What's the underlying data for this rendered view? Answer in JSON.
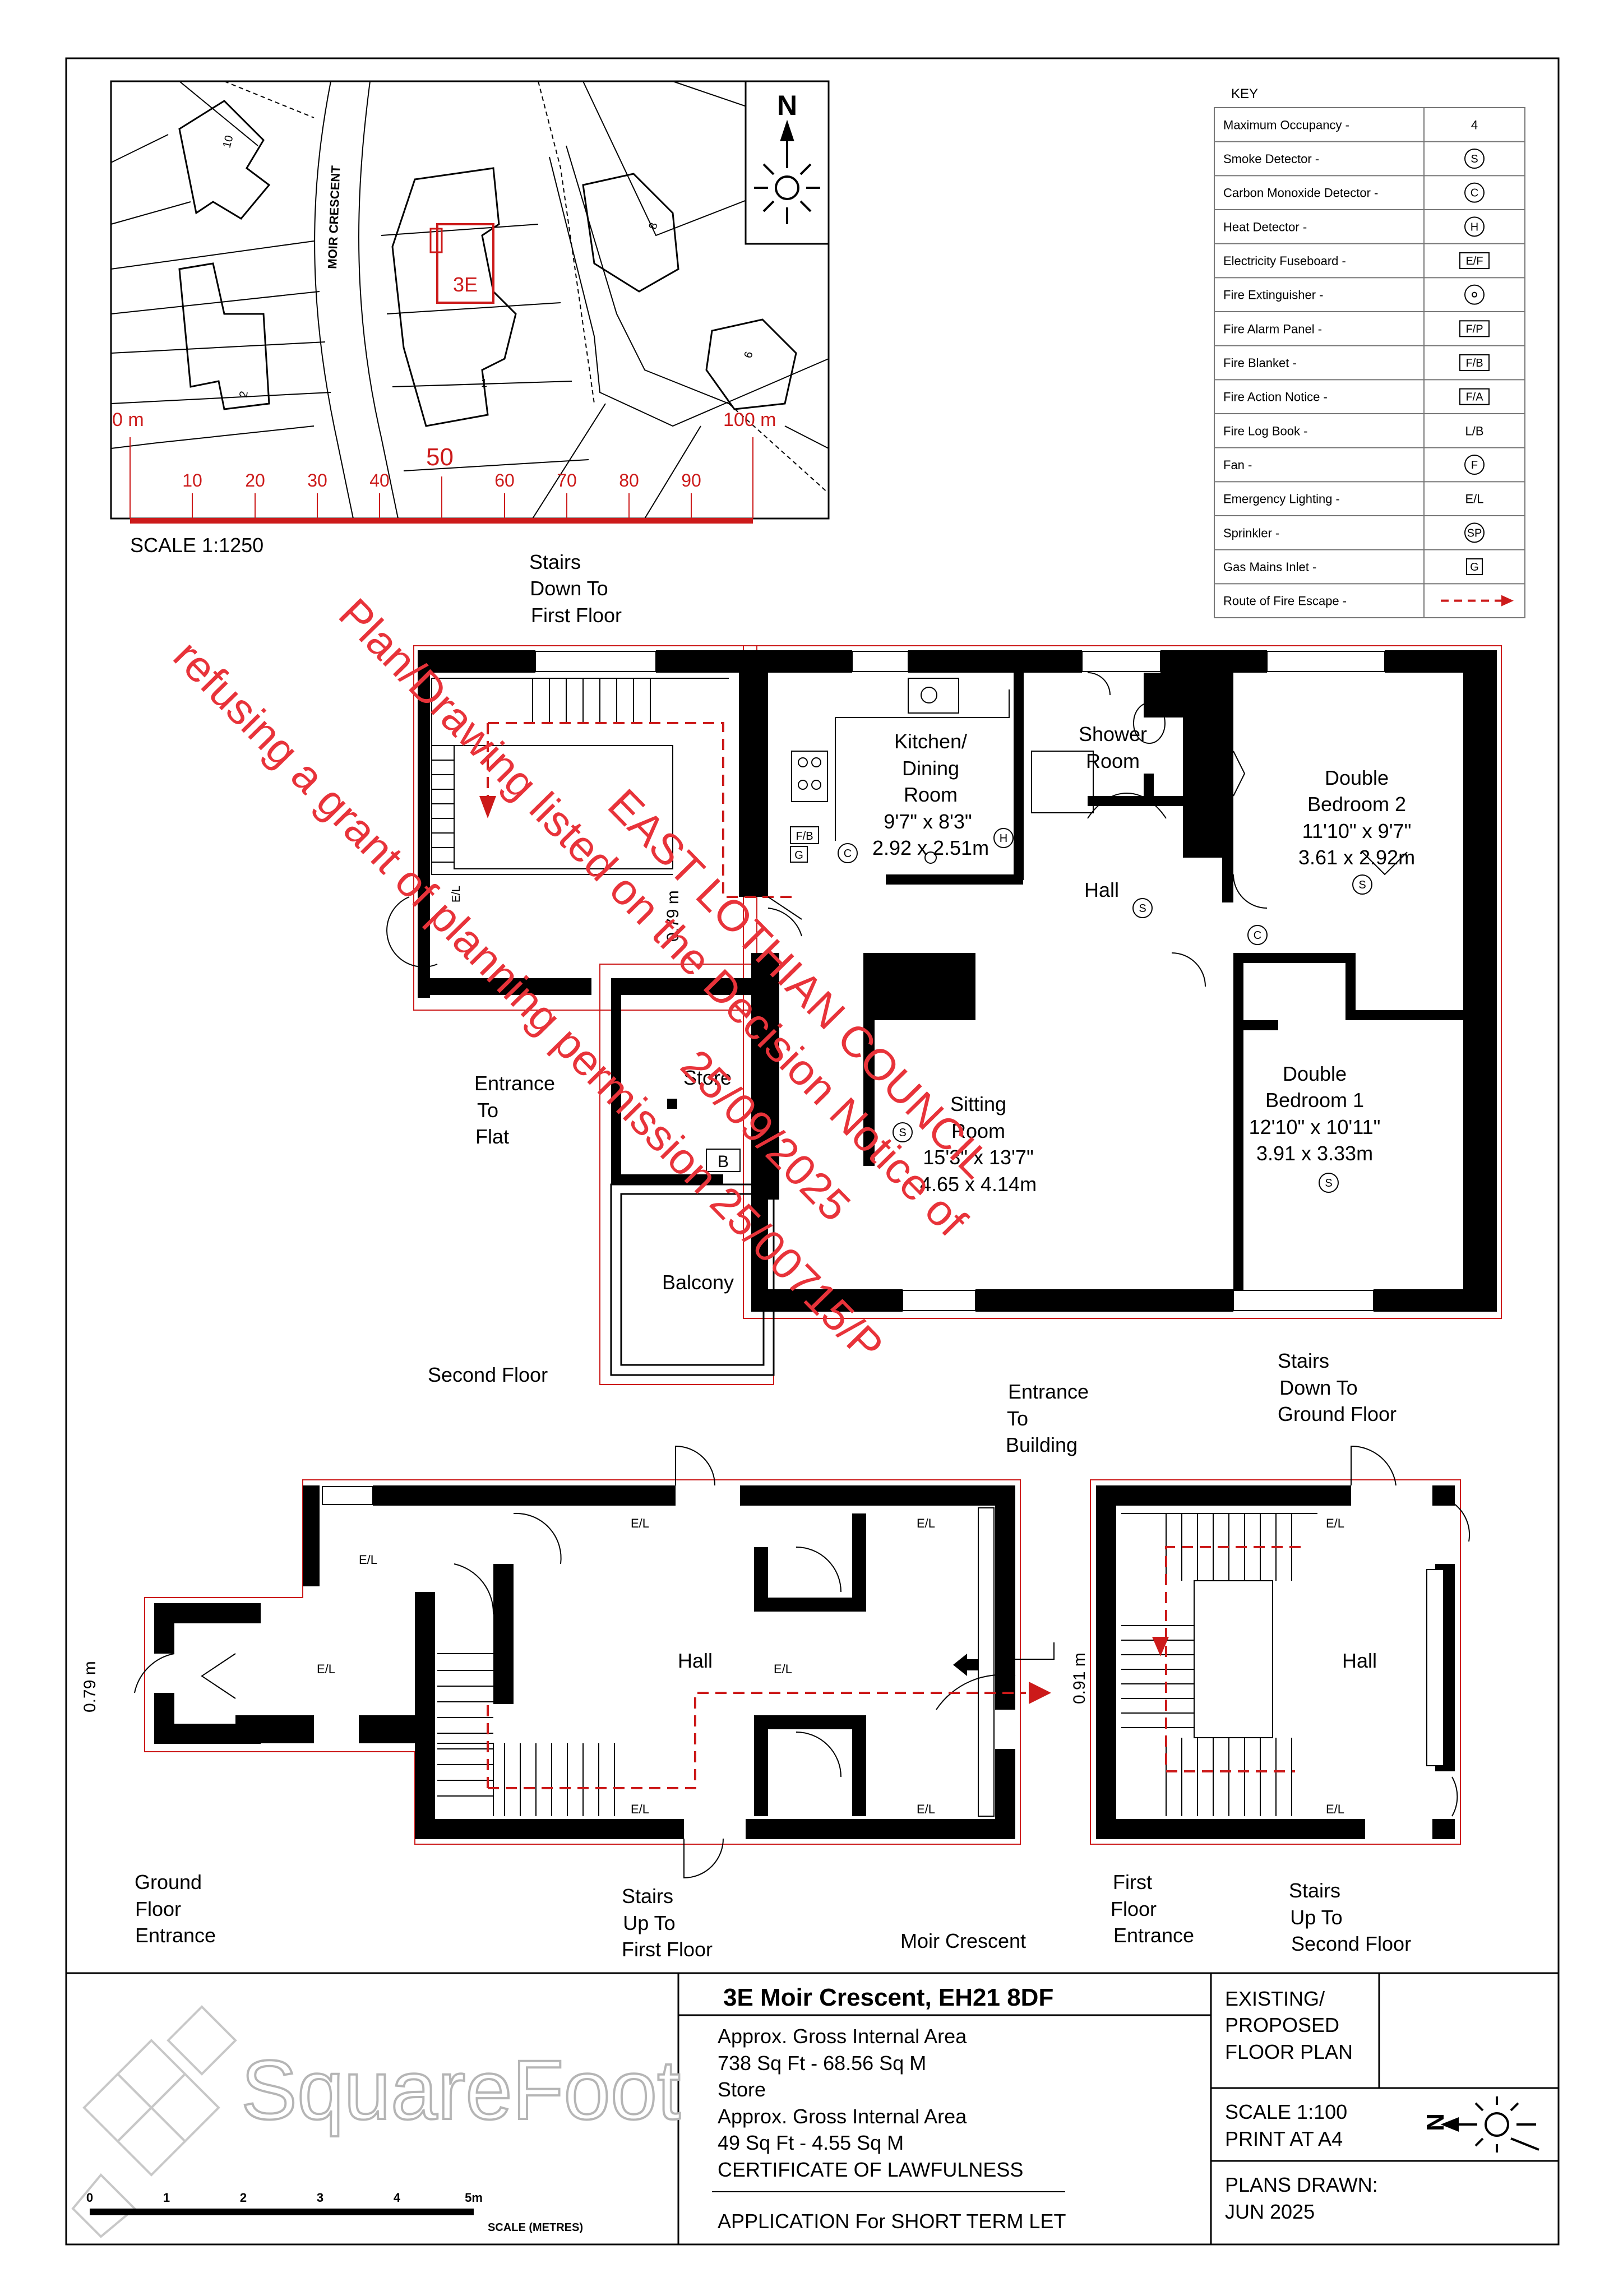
{
  "colors": {
    "wall": "#000000",
    "red": "#cc1a1a",
    "stamp": "#e8333a",
    "key_border": "#777777"
  },
  "location_map": {
    "north_label": "N",
    "plot_label": "3E",
    "street_label": "MOIR CRESCENT",
    "house_numbers": [
      "10",
      "8",
      "6",
      "2",
      "1"
    ],
    "scale_start_label": "0 m",
    "scale_end_label": "100 m",
    "scale_mid_label": "50",
    "scale_ticks": [
      "10",
      "20",
      "30",
      "40",
      "60",
      "70",
      "80",
      "90"
    ],
    "scale_label": "SCALE 1:1250"
  },
  "key": {
    "title": "KEY",
    "rows": [
      {
        "label": "Maximum Occupancy -",
        "symbol": "4",
        "shape": "text"
      },
      {
        "label": "Smoke Detector -",
        "symbol": "S",
        "shape": "circle"
      },
      {
        "label": "Carbon Monoxide Detector -",
        "symbol": "C",
        "shape": "circle"
      },
      {
        "label": "Heat Detector -",
        "symbol": "H",
        "shape": "circle"
      },
      {
        "label": "Electricity Fuseboard -",
        "symbol": "E/F",
        "shape": "box"
      },
      {
        "label": "Fire Extinguisher -",
        "symbol": "",
        "shape": "dotcircle"
      },
      {
        "label": "Fire Alarm Panel -",
        "symbol": "F/P",
        "shape": "box"
      },
      {
        "label": "Fire Blanket -",
        "symbol": "F/B",
        "shape": "box"
      },
      {
        "label": "Fire Action Notice -",
        "symbol": "F/A",
        "shape": "box"
      },
      {
        "label": "Fire Log Book -",
        "symbol": "L/B",
        "shape": "text"
      },
      {
        "label": "Fan -",
        "symbol": "F",
        "shape": "circle"
      },
      {
        "label": "Emergency Lighting -",
        "symbol": "E/L",
        "shape": "text"
      },
      {
        "label": "Sprinkler -",
        "symbol": "SP",
        "shape": "circle"
      },
      {
        "label": "Gas Mains Inlet -",
        "symbol": "G",
        "shape": "box"
      },
      {
        "label": "Route of Fire Escape -",
        "symbol": "",
        "shape": "arrow"
      }
    ]
  },
  "second_floor": {
    "stairs_label": [
      "Stairs",
      "Down To",
      "First Floor"
    ],
    "kitchen": [
      "Kitchen/",
      "Dining",
      "Room",
      "9'7\" x 8'3\"",
      "2.92 x 2.51m"
    ],
    "shower": [
      "Shower",
      "Room"
    ],
    "bedroom2": [
      "Double",
      "Bedroom 2",
      "11'10\" x 9'7\"",
      "3.61 x 2.92m"
    ],
    "hall": "Hall",
    "bedroom1": [
      "Double",
      "Bedroom 1",
      "12'10\" x 10'11\"",
      "3.91 x 3.33m"
    ],
    "sitting": [
      "Sitting",
      "Room",
      "15'3\" x 13'7\"",
      "4.65 x 4.14m"
    ],
    "store": "Store",
    "balcony": "Balcony",
    "entrance": [
      "Entrance",
      "To",
      "Flat"
    ],
    "boiler": "B",
    "fire_blanket": "F/B",
    "gas": "G",
    "smoke": "S",
    "co": "C",
    "heat": "H",
    "el": "E/L",
    "dim_079": "0.79 m",
    "floor_label": "Second Floor"
  },
  "ground_floor": {
    "hall": "Hall",
    "el": "E/L",
    "dim_079": "0.79 m",
    "dim_091": "0.91 m",
    "entrance_bldg": [
      "Entrance",
      "To",
      "Building"
    ],
    "ground_entrance": [
      "Ground",
      "Floor",
      "Entrance"
    ],
    "stairs_up_first": [
      "Stairs",
      "Up To",
      "First Floor"
    ],
    "street": "Moir Crescent"
  },
  "first_floor": {
    "hall": "Hall",
    "el": "E/L",
    "stairs_down_ground": [
      "Stairs",
      "Down To",
      "Ground Floor"
    ],
    "first_entrance": [
      "First",
      "Floor",
      "Entrance"
    ],
    "stairs_up_second": [
      "Stairs",
      "Up To",
      "Second Floor"
    ]
  },
  "stamp_lines": [
    "EAST LOTHIAN COUNCIL",
    "Plan/Drawing listed on the Decision Notice of",
    "refusing a grant of planning permission 25/00715/P",
    "25/09/2025"
  ],
  "title_block": {
    "brand": "SquareFoot",
    "scale_ticks": [
      "0",
      "1",
      "2",
      "3",
      "4",
      "5m"
    ],
    "scale_caption": "SCALE (METRES)",
    "address": "3E Moir Crescent, EH21 8DF",
    "area_lines": [
      "Approx. Gross Internal Area",
      "738 Sq Ft  -  68.56 Sq M",
      "Store",
      "Approx. Gross Internal Area",
      "49 Sq Ft  -  4.55 Sq M"
    ],
    "certificate": "CERTIFICATE OF LAWFULNESS",
    "application": "APPLICATION For SHORT TERM LET",
    "plan_type": [
      "EXISTING/",
      "PROPOSED",
      "FLOOR PLAN"
    ],
    "scale": [
      "SCALE 1:100",
      "PRINT AT A4"
    ],
    "drawn": [
      "PLANS DRAWN:",
      "JUN 2025"
    ],
    "north": "N"
  }
}
